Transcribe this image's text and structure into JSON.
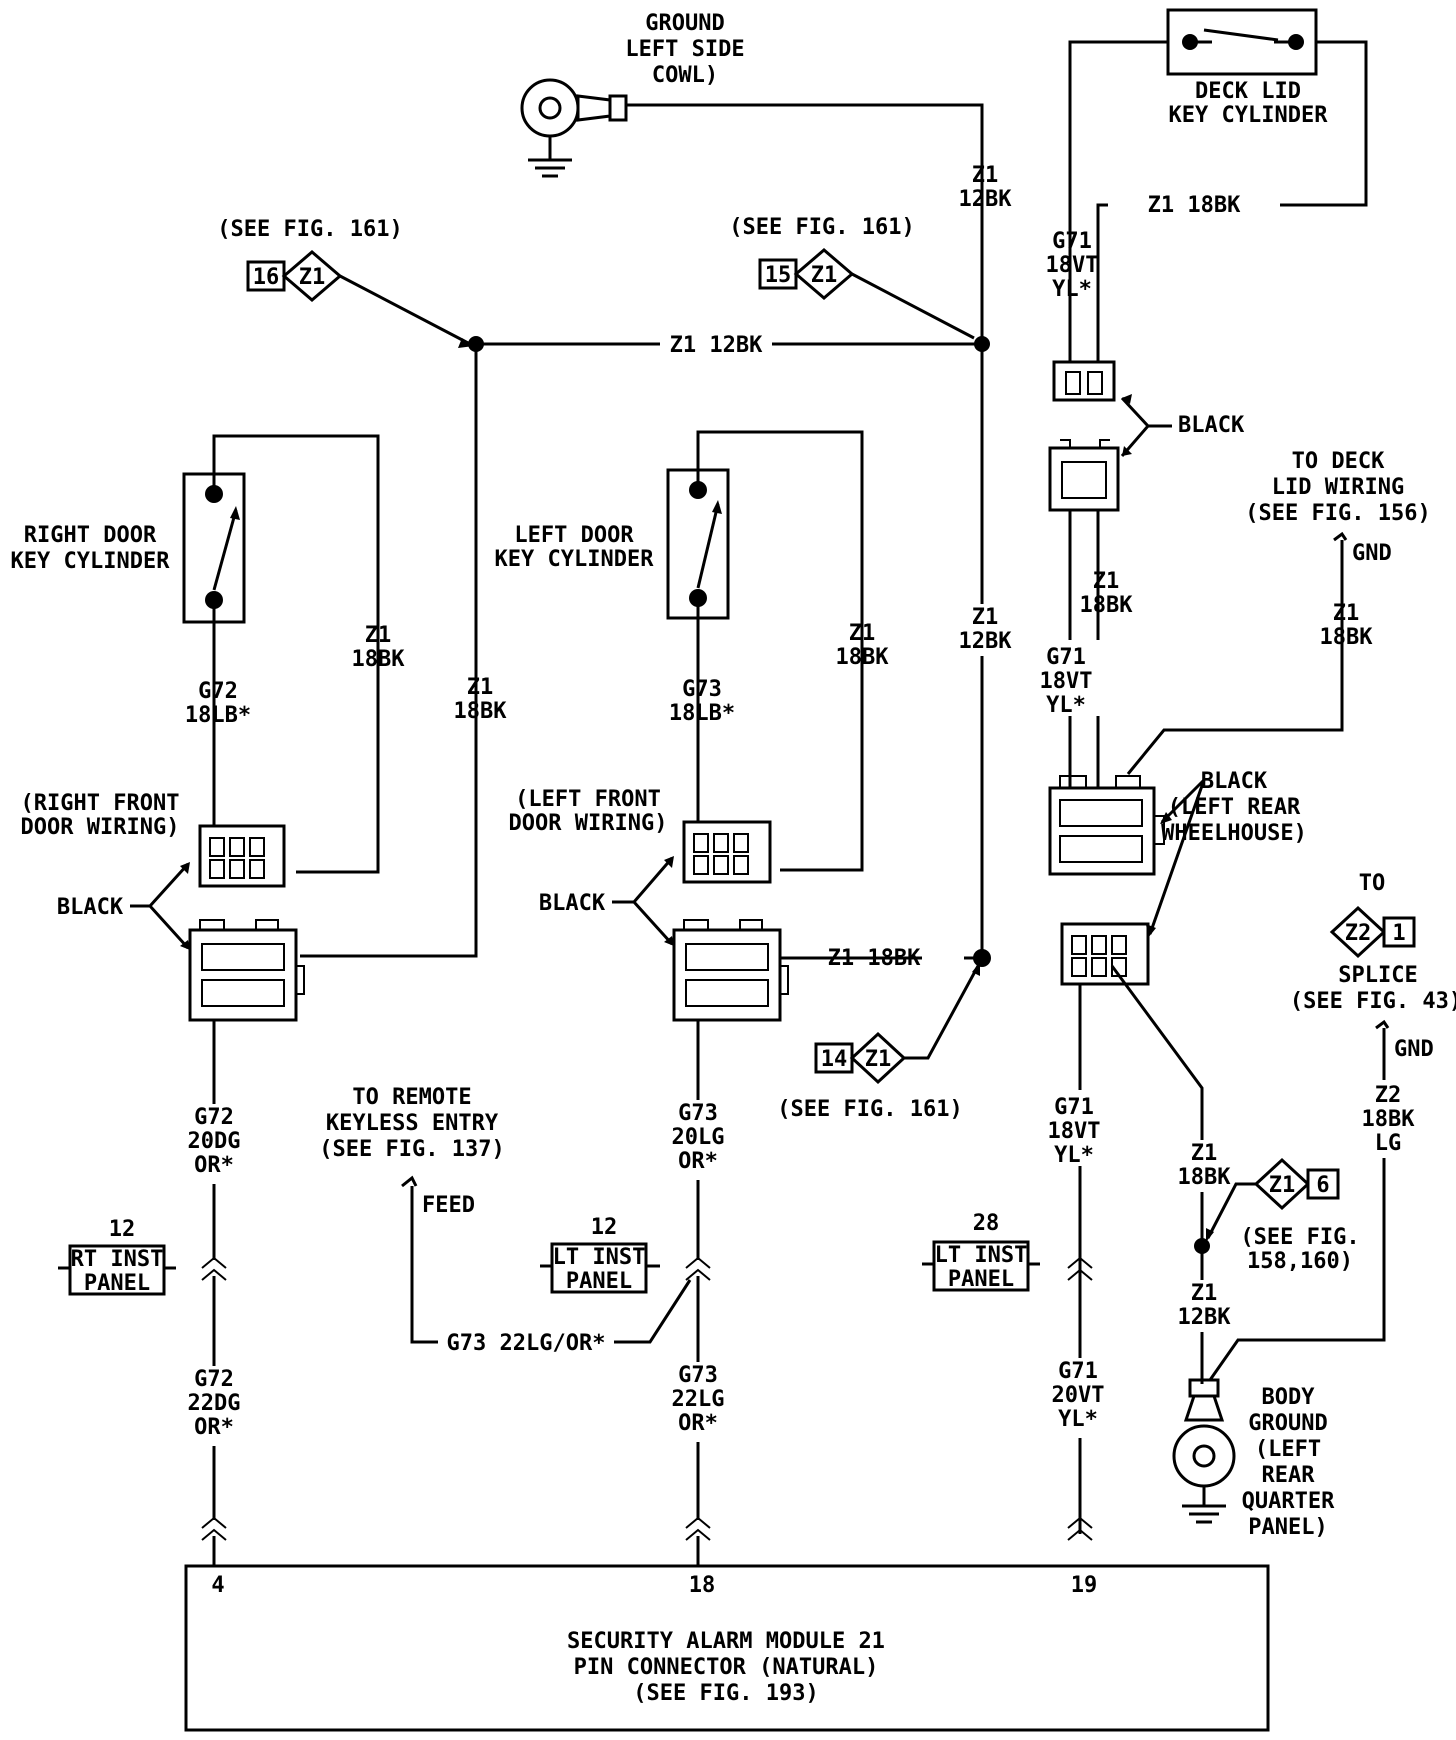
{
  "ground_top": {
    "lines": [
      "GROUND",
      "LEFT SIDE",
      "COWL)"
    ]
  },
  "deck_lid": {
    "lines": [
      "DECK LID",
      "KEY CYLINDER"
    ]
  },
  "wires": {
    "top_z1_12bk": [
      "Z1",
      "12BK"
    ],
    "z1_18bk_deck": "Z1 18BK",
    "g71_18vt_top": [
      "G71",
      "18VT",
      "YL*"
    ],
    "z1_12bk_horizontal": "Z1 12BK",
    "g72_18lb": [
      "G72",
      "18LB*"
    ],
    "z1_18bk_right": [
      "Z1",
      "18BK"
    ],
    "z1_18bk_mid": [
      "Z1",
      "18BK"
    ],
    "g73_18lb": [
      "G73",
      "18LB*"
    ],
    "z1_18bk_left": [
      "Z1",
      "18BK"
    ],
    "z1_12bk_center": [
      "Z1",
      "12BK"
    ],
    "z1_18bk_deckconn": [
      "Z1",
      "18BK"
    ],
    "g71_18vt_mid": [
      "G71",
      "18VT",
      "YL*"
    ],
    "z1_18bk_decklid": [
      "Z1",
      "18BK"
    ],
    "z1_18bk_leftconn": "Z1 18BK",
    "g72_20dg": [
      "G72",
      "20DG",
      "OR*"
    ],
    "g73_20lg": [
      "G73",
      "20LG",
      "OR*"
    ],
    "g71_18vt_low": [
      "G71",
      "18VT",
      "YL*"
    ],
    "z1_18bk_rear": [
      "Z1",
      "18BK"
    ],
    "z2_18bk_lg": [
      "Z2",
      "18BK",
      "LG"
    ],
    "z1_12bk_rear": [
      "Z1",
      "12BK"
    ],
    "g73_22lg_or": "G73 22LG/OR*",
    "g72_22dg": [
      "G72",
      "22DG",
      "OR*"
    ],
    "g73_22lg": [
      "G73",
      "22LG",
      "OR*"
    ],
    "g71_20vt": [
      "G71",
      "20VT",
      "YL*"
    ]
  },
  "refs": {
    "see_fig_161_a": "(SEE FIG. 161)",
    "see_fig_161_b": "(SEE FIG. 161)",
    "see_fig_161_c": "(SEE FIG. 161)",
    "splice_16": {
      "num": "16",
      "code": "Z1"
    },
    "splice_15": {
      "num": "15",
      "code": "Z1"
    },
    "splice_14": {
      "num": "14",
      "code": "Z1"
    },
    "splice_6": {
      "num": "6",
      "code": "Z1"
    },
    "splice_1": {
      "num": "1",
      "code": "Z2"
    },
    "see_fig_158": [
      "(SEE FIG.",
      "158,160)"
    ],
    "to_splice": [
      "TO",
      "SPLICE",
      "(SEE FIG. 43)"
    ],
    "gnd_label": "GND",
    "gnd_label_2": "GND",
    "to_deck_lid": [
      "TO DECK",
      "LID WIRING",
      "(SEE FIG. 156)"
    ],
    "remote_keyless": [
      "TO REMOTE",
      "KEYLESS ENTRY",
      "(SEE FIG. 137)"
    ],
    "feed_label": "FEED"
  },
  "components": {
    "right_door": [
      "RIGHT DOOR",
      "KEY CYLINDER"
    ],
    "left_door": [
      "LEFT DOOR",
      "KEY CYLINDER"
    ],
    "right_front_wiring": [
      "(RIGHT FRONT",
      "DOOR WIRING)"
    ],
    "left_front_wiring": [
      "(LEFT FRONT",
      "DOOR WIRING)"
    ],
    "black_right": "BLACK",
    "black_left": "BLACK",
    "black_deck": "BLACK",
    "black_rear": [
      "BLACK",
      "(LEFT REAR",
      "WHEELHOUSE)"
    ],
    "body_ground": [
      "BODY",
      "GROUND",
      "(LEFT",
      "REAR",
      "QUARTER",
      "PANEL)"
    ]
  },
  "inline_connectors": {
    "rt_inst": {
      "pin": "12",
      "lines": [
        "RT INST",
        "PANEL"
      ]
    },
    "lt_inst_1": {
      "pin": "12",
      "lines": [
        "LT INST",
        "PANEL"
      ]
    },
    "lt_inst_2": {
      "pin": "28",
      "lines": [
        "LT INST",
        "PANEL"
      ]
    }
  },
  "module": {
    "pins": [
      "4",
      "18",
      "19"
    ],
    "lines": [
      "SECURITY ALARM MODULE 21",
      "PIN CONNECTOR (NATURAL)",
      "(SEE FIG. 193)"
    ]
  }
}
